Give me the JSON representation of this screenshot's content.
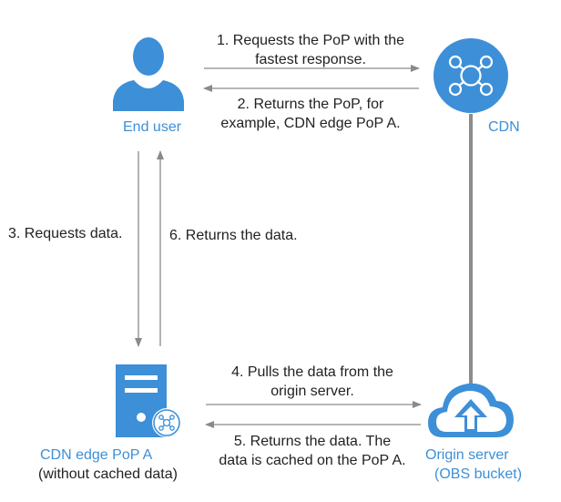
{
  "nodes": {
    "end_user": {
      "label": "End user"
    },
    "cdn": {
      "label": "CDN"
    },
    "edge_pop": {
      "label": "CDN edge PoP A",
      "sublabel": "(without cached data)"
    },
    "origin": {
      "label": "Origin server",
      "sublabel": "(OBS bucket)"
    }
  },
  "steps": {
    "s1": {
      "line1": "1. Requests the PoP with the",
      "line2": "fastest response."
    },
    "s2": {
      "line1": "2. Returns the PoP, for",
      "line2": "example, CDN edge PoP A."
    },
    "s3": {
      "text": "3. Requests data."
    },
    "s4": {
      "line1": "4. Pulls the data from the",
      "line2": "origin server."
    },
    "s5": {
      "line1": "5. Returns the data. The",
      "line2": "data is cached on the PoP A."
    },
    "s6": {
      "text": "6. Returns the data."
    }
  },
  "colors": {
    "accent": "#3d8fd8",
    "arrow": "#8a8a8a",
    "connector": "#8c8c8c",
    "text": "#222222"
  },
  "icons": {
    "end_user": "user-icon",
    "cdn": "cdn-network-icon",
    "edge_pop": "server-icon",
    "origin": "cloud-upload-icon"
  }
}
